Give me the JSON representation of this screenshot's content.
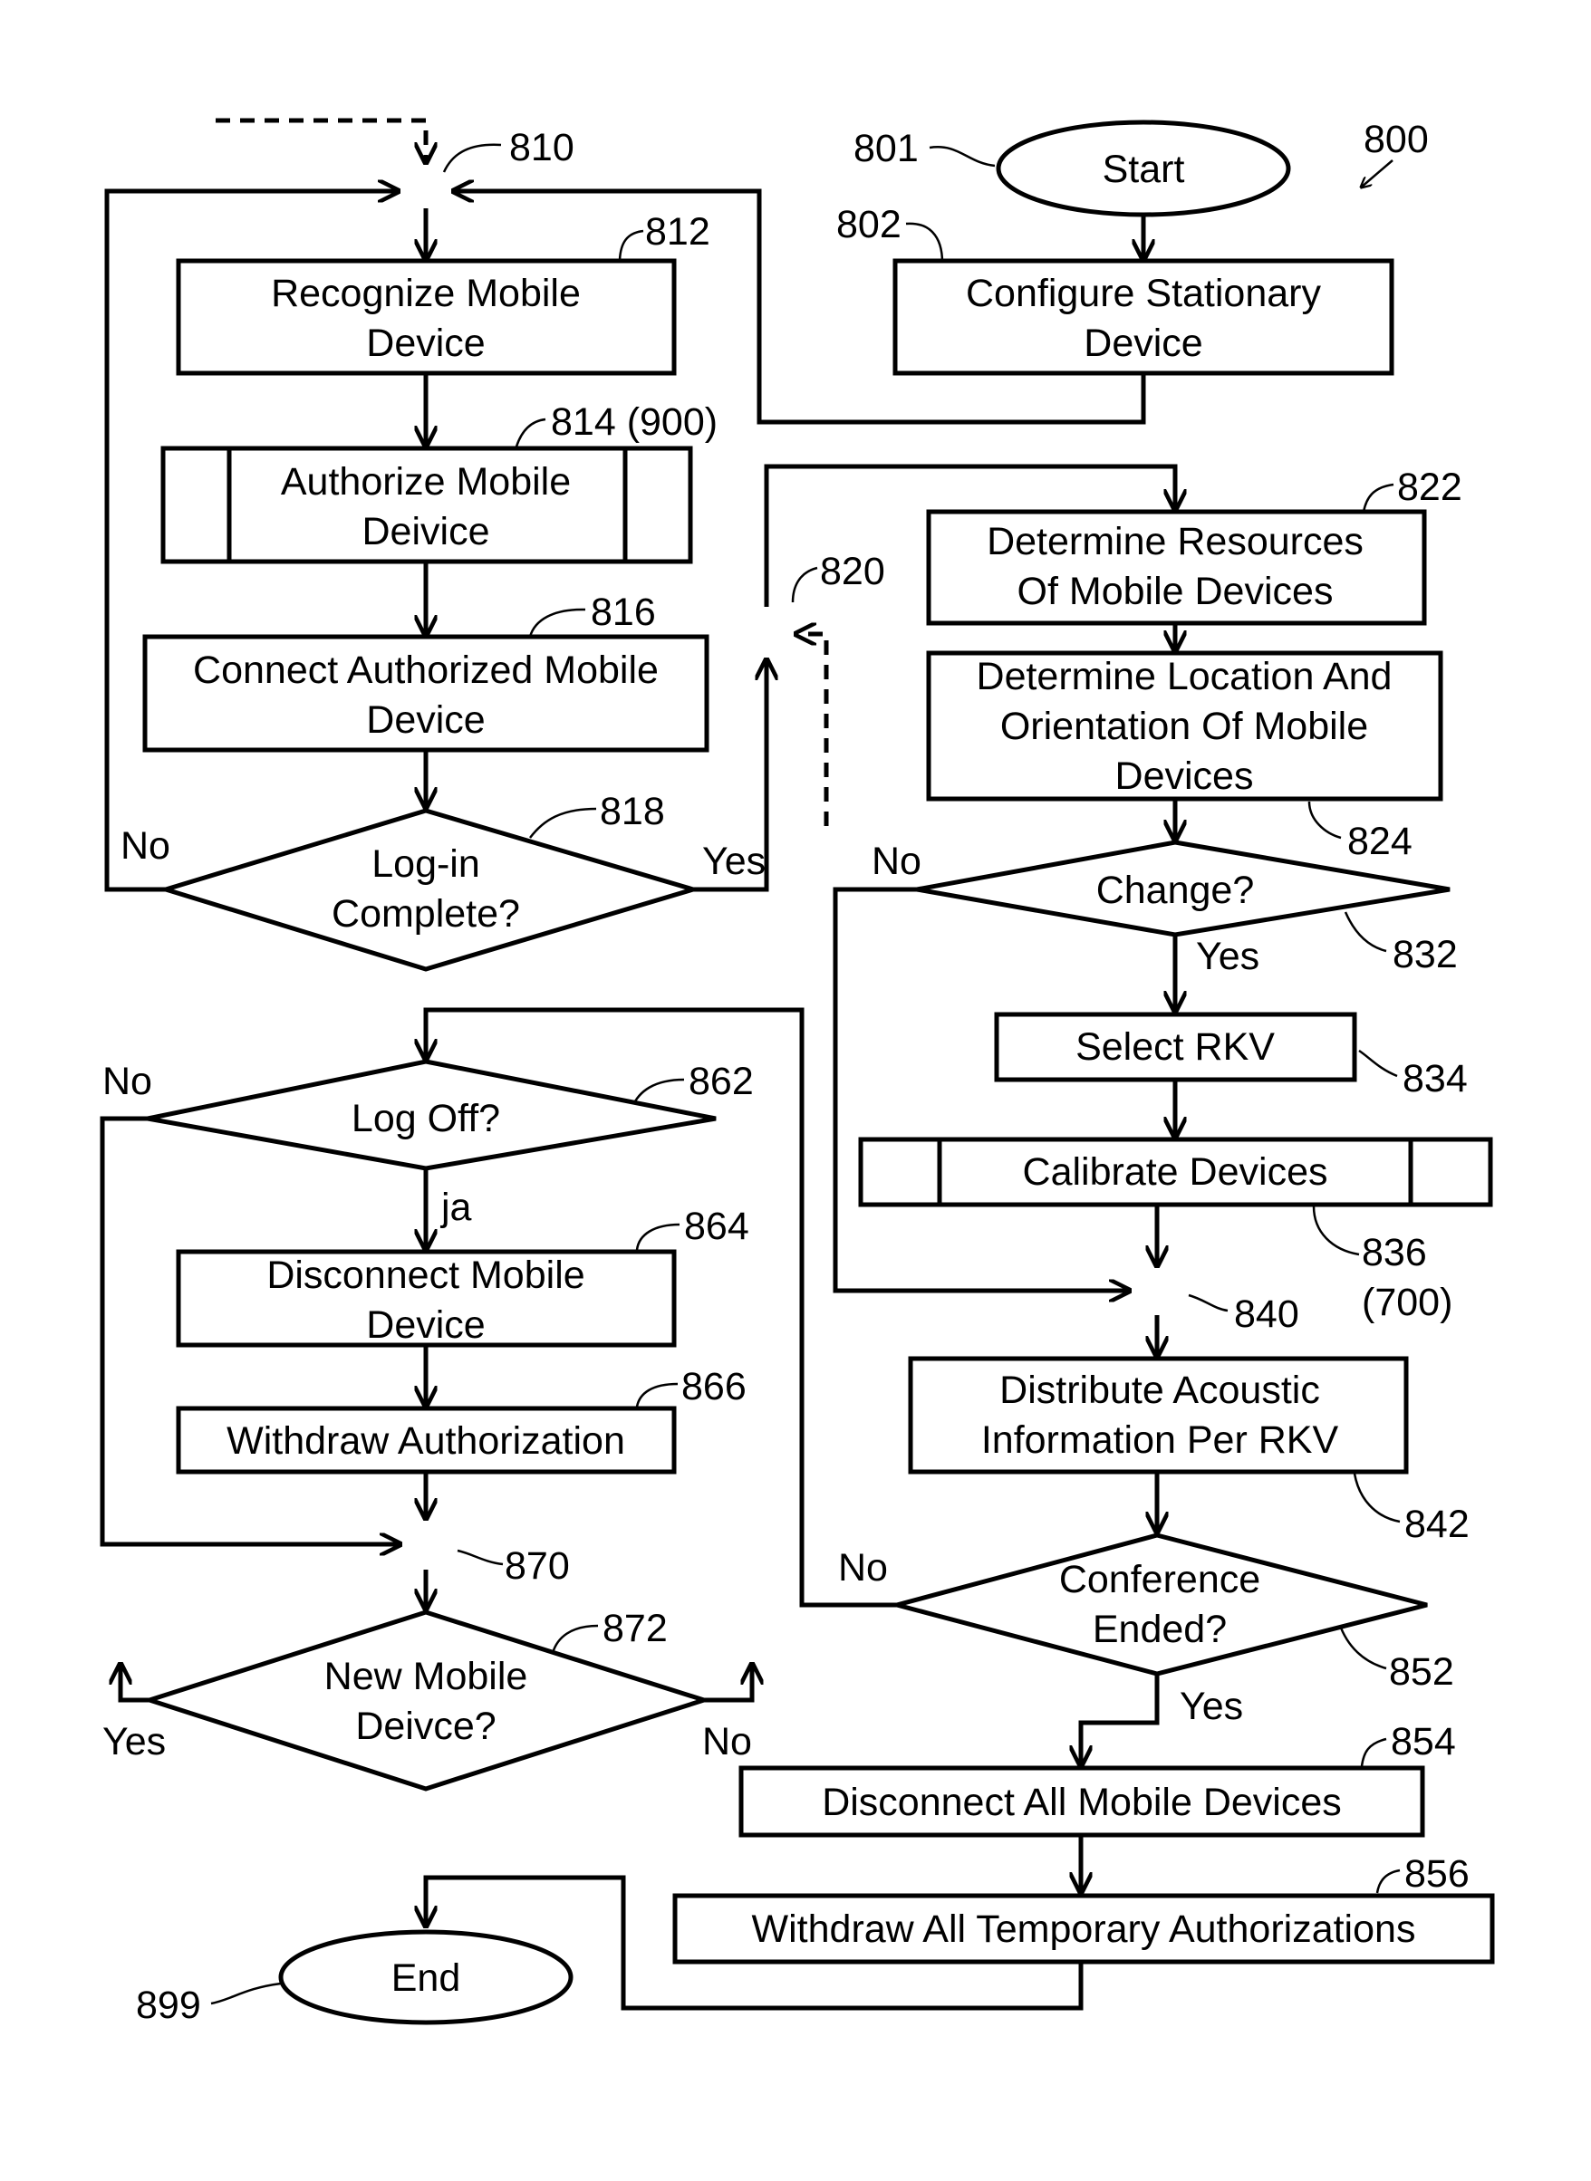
{
  "figure_number": "800",
  "nodes": {
    "start": {
      "ref": "801",
      "lines": [
        "Start"
      ]
    },
    "configure": {
      "ref": "802",
      "lines": [
        "Configure Stationary",
        "Device"
      ]
    },
    "join_810": {
      "ref": "810"
    },
    "recognize": {
      "ref": "812",
      "lines": [
        "Recognize Mobile",
        "Device"
      ]
    },
    "authorize": {
      "ref": "814 (900)",
      "lines": [
        "Authorize Mobile",
        "Deivice"
      ]
    },
    "connect": {
      "ref": "816",
      "lines": [
        "Connect Authorized Mobile",
        "Device"
      ]
    },
    "login": {
      "ref": "818",
      "lines": [
        "Log-in",
        "Complete?"
      ]
    },
    "join_820": {
      "ref": "820"
    },
    "resources": {
      "ref": "822",
      "lines": [
        "Determine Resources",
        "Of Mobile Devices"
      ]
    },
    "location": {
      "ref": "824",
      "lines": [
        "Determine Location And",
        "Orientation Of Mobile",
        "Devices"
      ]
    },
    "change": {
      "ref": "832",
      "lines": [
        "Change?"
      ]
    },
    "rkv": {
      "ref": "834",
      "lines": [
        "Select RKV"
      ]
    },
    "calibrate": {
      "ref": "836",
      "ref2": "(700)",
      "lines": [
        "Calibrate Devices"
      ]
    },
    "join_840": {
      "ref": "840"
    },
    "distribute": {
      "ref": "842",
      "lines": [
        "Distribute Acoustic",
        "Information Per RKV"
      ]
    },
    "conference": {
      "ref": "852",
      "lines": [
        "Conference",
        "Ended?"
      ]
    },
    "disconnect_all": {
      "ref": "854",
      "lines": [
        "Disconnect All Mobile Devices"
      ]
    },
    "withdraw_all": {
      "ref": "856",
      "lines": [
        "Withdraw All Temporary Authorizations"
      ]
    },
    "logoff": {
      "ref": "862",
      "lines": [
        "Log Off?"
      ]
    },
    "disconnect": {
      "ref": "864",
      "lines": [
        "Disconnect Mobile",
        "Device"
      ]
    },
    "withdraw": {
      "ref": "866",
      "lines": [
        "Withdraw Authorization"
      ]
    },
    "join_870": {
      "ref": "870"
    },
    "new_device": {
      "ref": "872",
      "lines": [
        "New Mobile",
        "Deivce?"
      ]
    },
    "end": {
      "ref": "899",
      "lines": [
        "End"
      ]
    }
  },
  "edge_labels": {
    "login_no": "No",
    "login_yes": "Yes",
    "change_no": "No",
    "change_yes": "Yes",
    "conference_no": "No",
    "conference_yes": "Yes",
    "logoff_no": "No",
    "logoff_yes": "ja",
    "new_device_yes": "Yes",
    "new_device_no": "No"
  }
}
